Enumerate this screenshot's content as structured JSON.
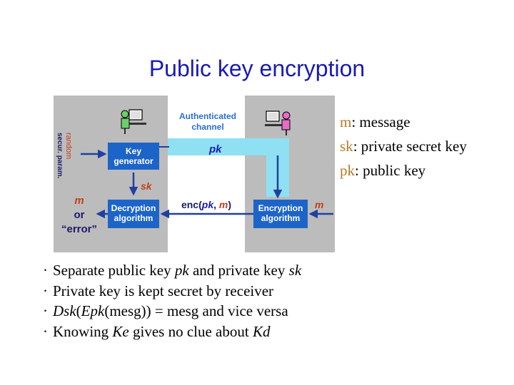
{
  "title": "Public key encryption",
  "diagram": {
    "authenticated_channel": [
      "Authenticated",
      "channel"
    ],
    "pk": "pk",
    "random_label": [
      "random",
      "secur. param."
    ],
    "key_generator": [
      "Key",
      "generator"
    ],
    "sk": "sk",
    "decryption": [
      "Decryption",
      "algorithm"
    ],
    "encryption": [
      "Encryption",
      "algorithm"
    ],
    "enc_label": {
      "prefix": "enc(",
      "pk": "pk",
      "sep": ", ",
      "m": "m",
      "suffix": ")"
    },
    "output": {
      "m": "m",
      "or": "or",
      "error": "“error”"
    },
    "m_input": "m"
  },
  "legend": [
    {
      "key": "m",
      "text": ": message"
    },
    {
      "key": "sk",
      "text": ": private secret key"
    },
    {
      "key": "pk",
      "text": ": public  key"
    }
  ],
  "bullets": [
    {
      "marker": "·",
      "parts": [
        {
          "t": "Separate public key ",
          "i": false
        },
        {
          "t": "pk",
          "i": true
        },
        {
          "t": " and private key ",
          "i": false
        },
        {
          "t": "sk",
          "i": true
        }
      ]
    },
    {
      "marker": "·",
      "parts": [
        {
          "t": "Private key is kept secret by receiver",
          "i": false
        }
      ]
    },
    {
      "marker": "·",
      "parts": [
        {
          "t": "Dsk",
          "i": true
        },
        {
          "t": "(",
          "i": false
        },
        {
          "t": "Epk",
          "i": true
        },
        {
          "t": "(mesg)) = mesg and vice versa",
          "i": false
        }
      ]
    },
    {
      "marker": "·",
      "parts": [
        {
          "t": "Knowing ",
          "i": false
        },
        {
          "t": "Ke",
          "i": true
        },
        {
          "t": " gives no clue about ",
          "i": false
        },
        {
          "t": "Kd",
          "i": true
        }
      ]
    }
  ],
  "colors": {
    "title": "#1a1ab4",
    "panel": "#bcbcbc",
    "channel": "#8ee0f2",
    "box": "#1c64c8",
    "arrow": "#2040a0",
    "accent": "#c0401c",
    "legend_key": "#b57a28"
  },
  "icons": [
    "person-at-computer-icon",
    "person-at-computer-icon"
  ]
}
